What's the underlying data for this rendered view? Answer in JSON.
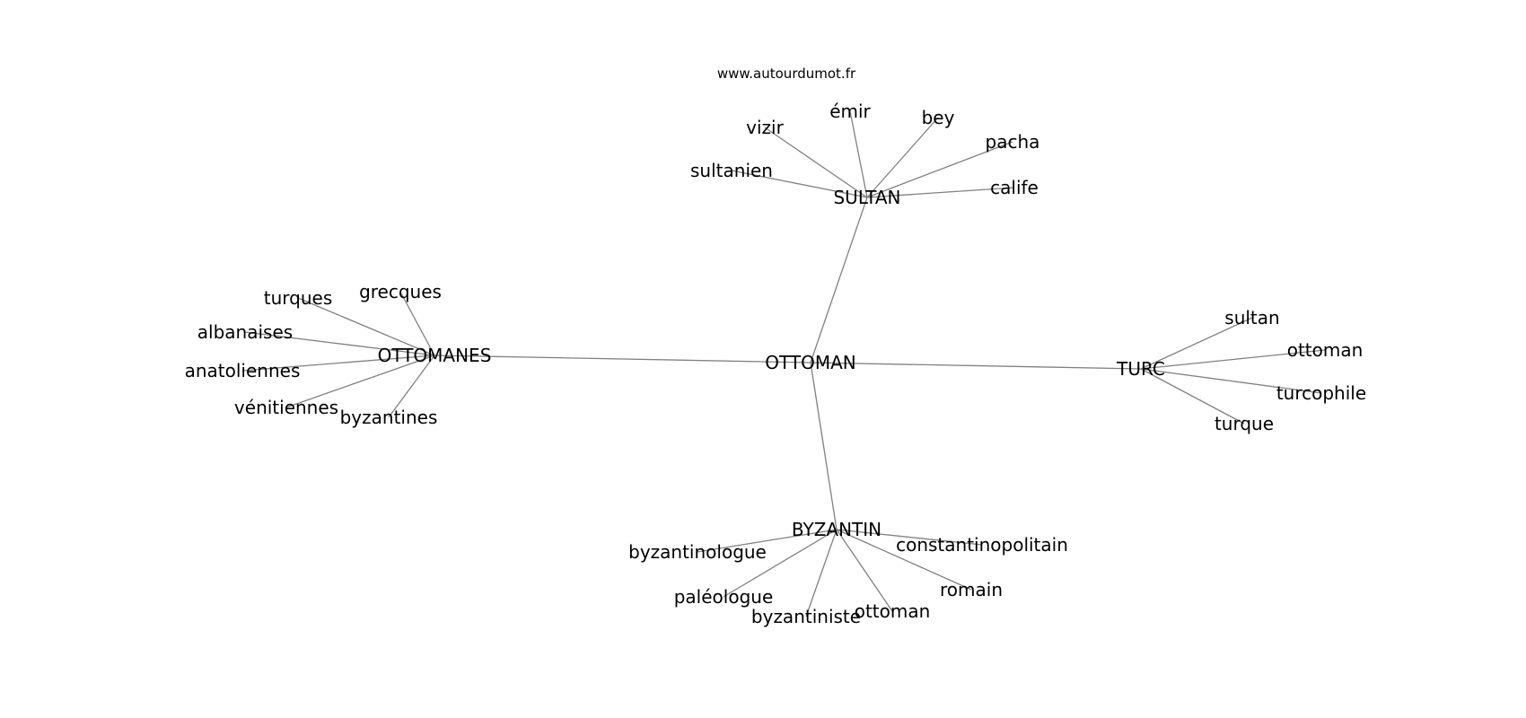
{
  "credit": "www.autourdumot.fr",
  "colors": {
    "edge": "#808080",
    "text": "#000000",
    "background": "#ffffff"
  },
  "graph": {
    "center": "OTTOMAN",
    "nodes": [
      {
        "id": "ottoman-center",
        "label": "OTTOMAN",
        "type": "center"
      },
      {
        "id": "sultan-hub",
        "label": "SULTAN",
        "type": "hub"
      },
      {
        "id": "ottomanes-hub",
        "label": "OTTOMANES",
        "type": "hub"
      },
      {
        "id": "turc-hub",
        "label": "TURC",
        "type": "hub"
      },
      {
        "id": "byzantin-hub",
        "label": "BYZANTIN",
        "type": "hub"
      },
      {
        "id": "vizir",
        "label": "vizir",
        "type": "leaf"
      },
      {
        "id": "emir",
        "label": "émir",
        "type": "leaf"
      },
      {
        "id": "bey",
        "label": "bey",
        "type": "leaf"
      },
      {
        "id": "pacha",
        "label": "pacha",
        "type": "leaf"
      },
      {
        "id": "sultanien",
        "label": "sultanien",
        "type": "leaf"
      },
      {
        "id": "calife",
        "label": "calife",
        "type": "leaf"
      },
      {
        "id": "turques",
        "label": "turques",
        "type": "leaf"
      },
      {
        "id": "grecques",
        "label": "grecques",
        "type": "leaf"
      },
      {
        "id": "albanaises",
        "label": "albanaises",
        "type": "leaf"
      },
      {
        "id": "anatoliennes",
        "label": "anatoliennes",
        "type": "leaf"
      },
      {
        "id": "venitiennes",
        "label": "vénitiennes",
        "type": "leaf"
      },
      {
        "id": "byzantines",
        "label": "byzantines",
        "type": "leaf"
      },
      {
        "id": "sultan-leaf",
        "label": "sultan",
        "type": "leaf"
      },
      {
        "id": "ottoman-leaf-turc",
        "label": "ottoman",
        "type": "leaf"
      },
      {
        "id": "turcophile",
        "label": "turcophile",
        "type": "leaf"
      },
      {
        "id": "turque",
        "label": "turque",
        "type": "leaf"
      },
      {
        "id": "byzantinologue",
        "label": "byzantinologue",
        "type": "leaf"
      },
      {
        "id": "constantinopolitain",
        "label": "constantinopolitain",
        "type": "leaf"
      },
      {
        "id": "romain",
        "label": "romain",
        "type": "leaf"
      },
      {
        "id": "paleologue",
        "label": "paléologue",
        "type": "leaf"
      },
      {
        "id": "byzantiniste",
        "label": "byzantiniste",
        "type": "leaf"
      },
      {
        "id": "ottoman-leaf-byz",
        "label": "ottoman",
        "type": "leaf"
      }
    ],
    "edges": [
      [
        "ottoman-center",
        "sultan-hub"
      ],
      [
        "ottoman-center",
        "ottomanes-hub"
      ],
      [
        "ottoman-center",
        "turc-hub"
      ],
      [
        "ottoman-center",
        "byzantin-hub"
      ],
      [
        "sultan-hub",
        "vizir"
      ],
      [
        "sultan-hub",
        "emir"
      ],
      [
        "sultan-hub",
        "bey"
      ],
      [
        "sultan-hub",
        "pacha"
      ],
      [
        "sultan-hub",
        "sultanien"
      ],
      [
        "sultan-hub",
        "calife"
      ],
      [
        "ottomanes-hub",
        "turques"
      ],
      [
        "ottomanes-hub",
        "grecques"
      ],
      [
        "ottomanes-hub",
        "albanaises"
      ],
      [
        "ottomanes-hub",
        "anatoliennes"
      ],
      [
        "ottomanes-hub",
        "venitiennes"
      ],
      [
        "ottomanes-hub",
        "byzantines"
      ],
      [
        "turc-hub",
        "sultan-leaf"
      ],
      [
        "turc-hub",
        "ottoman-leaf-turc"
      ],
      [
        "turc-hub",
        "turcophile"
      ],
      [
        "turc-hub",
        "turque"
      ],
      [
        "byzantin-hub",
        "byzantinologue"
      ],
      [
        "byzantin-hub",
        "constantinopolitain"
      ],
      [
        "byzantin-hub",
        "romain"
      ],
      [
        "byzantin-hub",
        "paleologue"
      ],
      [
        "byzantin-hub",
        "byzantiniste"
      ],
      [
        "byzantin-hub",
        "ottoman-leaf-byz"
      ]
    ]
  }
}
